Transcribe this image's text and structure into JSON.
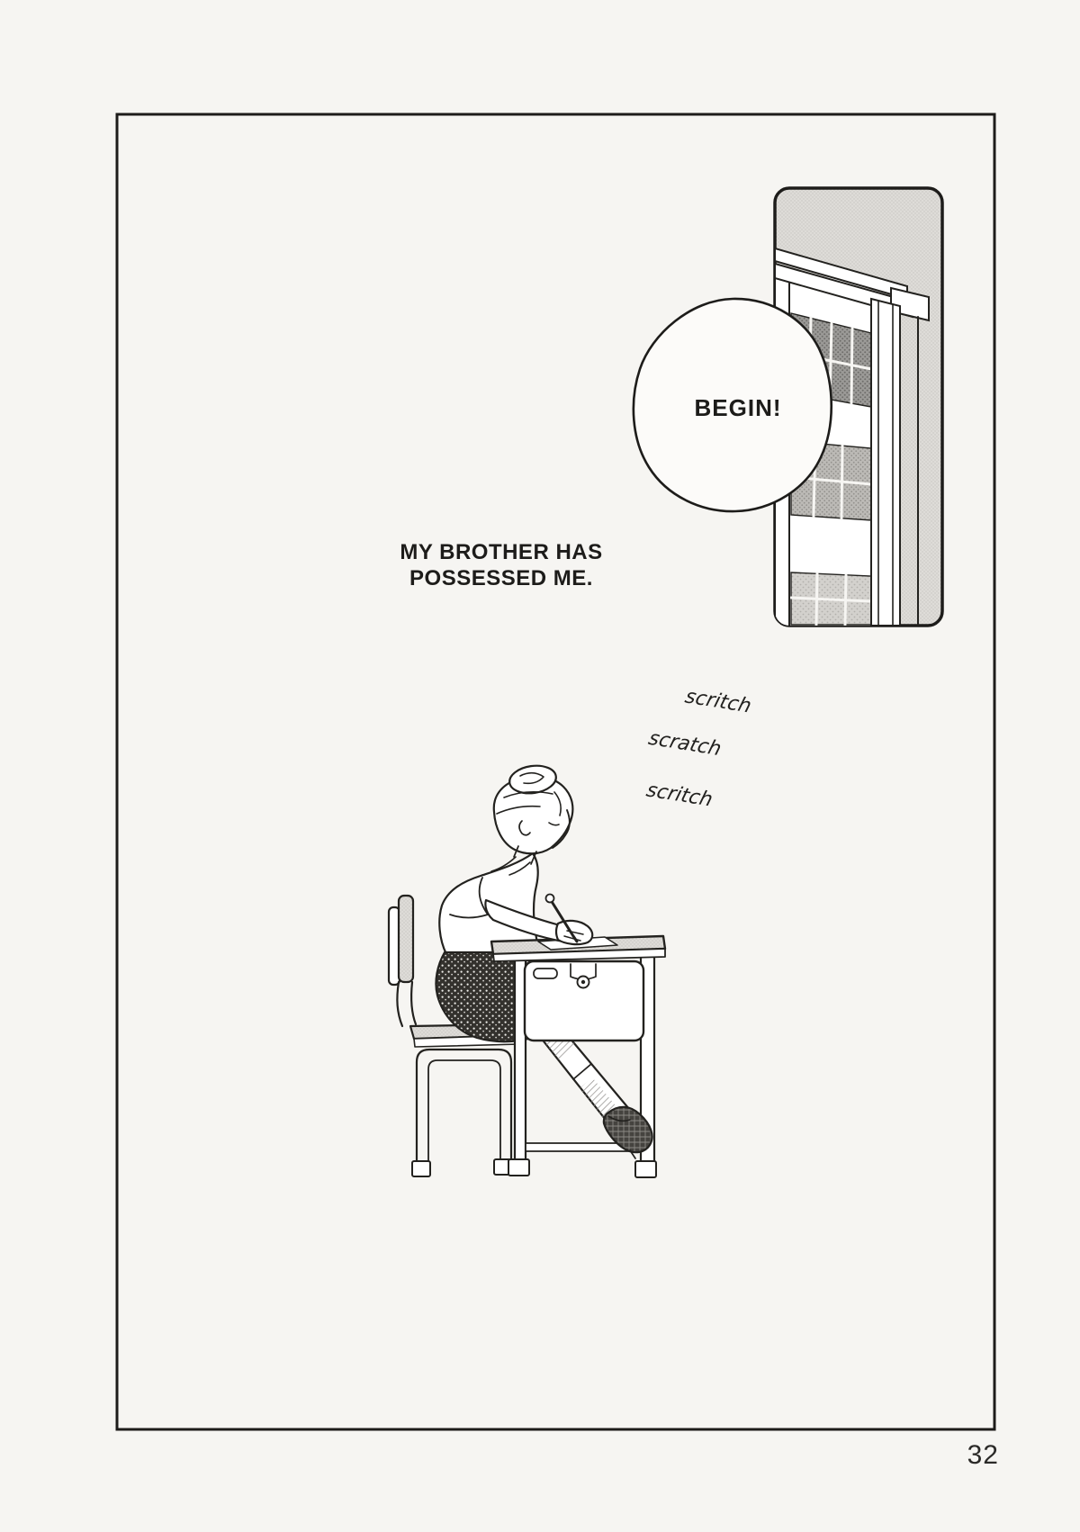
{
  "page": {
    "number": "32",
    "paper_color": "#f6f5f2",
    "ink_color": "#1d1c1a"
  },
  "balloon": {
    "text": "BEGIN!"
  },
  "caption": {
    "line1": "MY BROTHER HAS",
    "line2": "POSSESSED ME."
  },
  "sfx": {
    "items": [
      {
        "text": "scritch"
      },
      {
        "text": "scratch"
      },
      {
        "text": "scritch"
      }
    ]
  },
  "tones": {
    "screentone_light": "#dcdad6",
    "window_pane_dark": "#9b9a97",
    "window_pane_mid": "#bcbab6",
    "window_pane_light": "#d3d1cd",
    "skirt_dark": "#33312d",
    "shoe_dark": "#45433f"
  },
  "illustrations": {
    "panel": "classroom-window",
    "figure": "girl-writing-at-school-desk"
  }
}
